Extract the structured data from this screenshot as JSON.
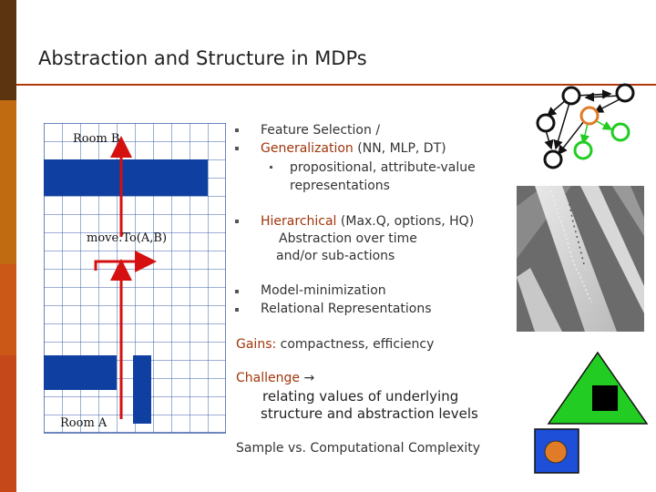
{
  "colors": {
    "bar_top": "#5c3510",
    "bar_mid": "#c06a12",
    "bar_low": "#cc5818",
    "bar_bottom": "#c4481a",
    "accent": "#b03a0e",
    "grid_blue": "#0f3fa0",
    "green": "#22cc22",
    "orange_node": "#e07b28",
    "blue_square": "#1d4fd8"
  },
  "slide": {
    "title": "Abstraction and Structure in MDPs"
  },
  "grid": {
    "room_b": "Room B",
    "move_label": "move.To(A,B)",
    "room_a": "Room A"
  },
  "bullets": {
    "b1": "Feature Selection /",
    "b2_highlight": "Generalization",
    "b2_rest": " (NN, MLP, DT)",
    "b2_sub1": "propositional, attribute-value",
    "b2_sub2": "representations",
    "b3_highlight": "Hierarchical",
    "b3_rest": " (Max.Q, options, HQ)",
    "b3_line2": "Abstraction over time",
    "b3_line3": "and/or sub-actions",
    "b4": "Model-minimization",
    "b5": "Relational Representations"
  },
  "gains": {
    "label": "Gains:",
    "text": " compactness, efficiency"
  },
  "challenge": {
    "label": "Challenge",
    "arrow": "→",
    "line1": "relating values of underlying",
    "line2": "structure and abstraction levels"
  },
  "complexity": {
    "text": "Sample vs. Computational Complexity"
  }
}
